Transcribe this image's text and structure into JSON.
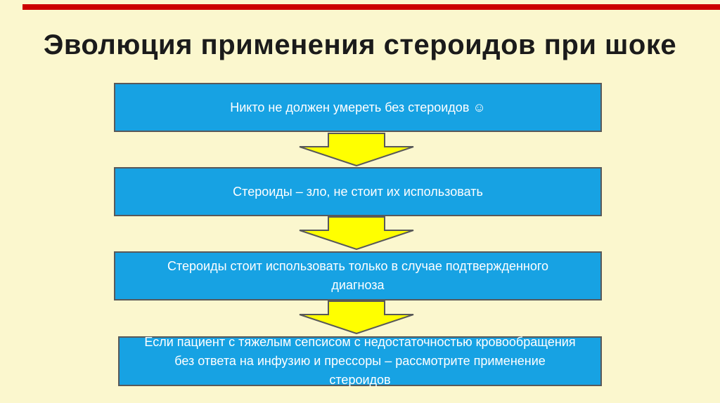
{
  "colors": {
    "background": "#FBF7CE",
    "top_bar": "#CC0000",
    "title_color": "#1B1B1B",
    "box_fill": "#17A2E3",
    "box_border": "#595959",
    "arrow_fill": "#FFFF00",
    "arrow_border": "#595959"
  },
  "slide": {
    "title": "Эволюция применения стероидов при шоке"
  },
  "flow": {
    "steps": [
      {
        "text": "Никто не должен умереть без стероидов ☺"
      },
      {
        "text": "Стероиды – зло, не стоит их использовать"
      },
      {
        "text": "Стероиды стоит использовать только в случае подтвержденного диагноза"
      },
      {
        "text": "Если пациент с тяжелым сепсисом с недостаточностью кровообращения без ответа на инфузию и прессоры – рассмотрите применение стероидов"
      }
    ]
  }
}
